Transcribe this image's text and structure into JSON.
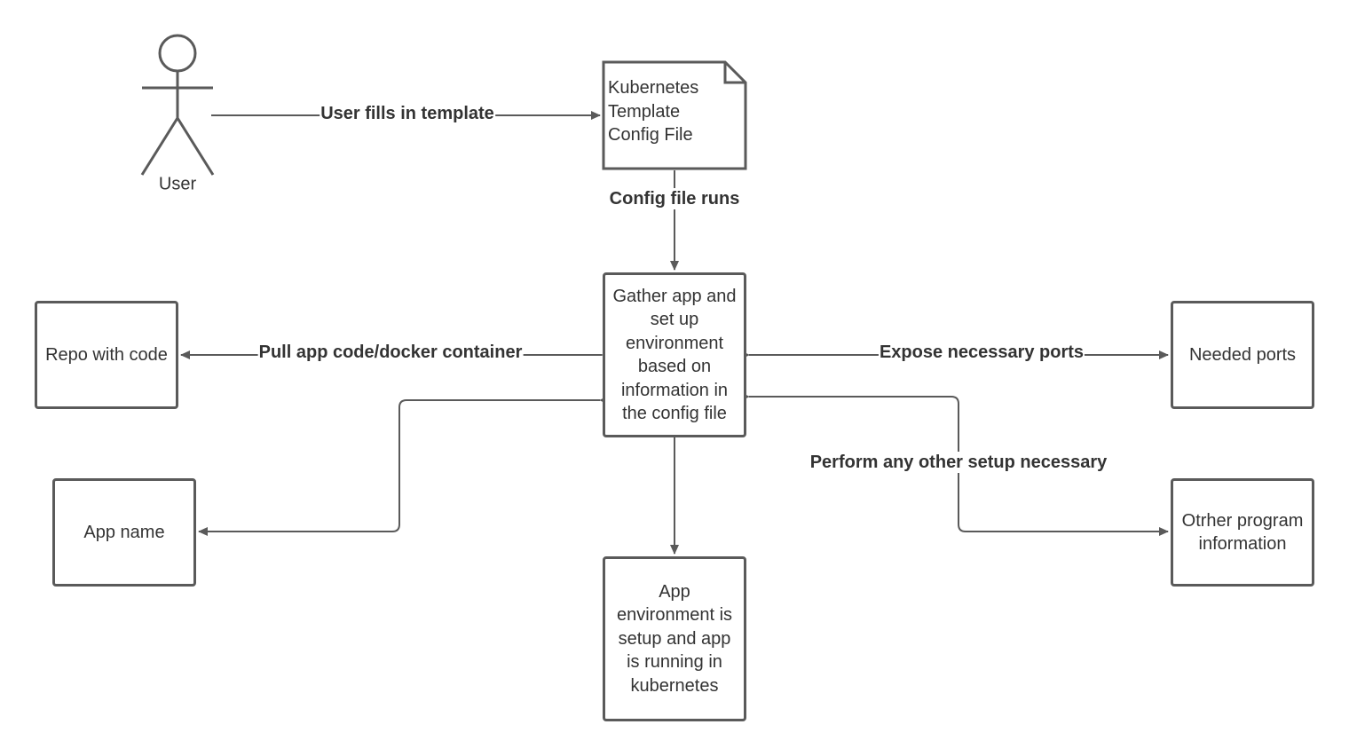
{
  "actor": {
    "label": "User"
  },
  "nodes": {
    "config_file": {
      "text": "Kubernetes\nTemplate\nConfig File"
    },
    "gather": {
      "text": "Gather app and set up environment based on information in the config file"
    },
    "repo": {
      "text": "Repo with code"
    },
    "app_name": {
      "text": "App name"
    },
    "needed_ports": {
      "text": "Needed ports"
    },
    "other_info": {
      "text": "Otrher program information"
    },
    "running": {
      "text": "App environment is setup and app is running in kubernetes"
    }
  },
  "edges": {
    "fills_template": {
      "label": "User fills in template"
    },
    "config_runs": {
      "label": "Config file runs"
    },
    "pull_code": {
      "label": "Pull app code/docker container"
    },
    "expose_ports": {
      "label": "Expose necessary ports"
    },
    "other_setup": {
      "label": "Perform any other setup necessary"
    }
  },
  "colors": {
    "stroke": "#5a5a5a",
    "text": "#333333",
    "background": "#ffffff"
  }
}
